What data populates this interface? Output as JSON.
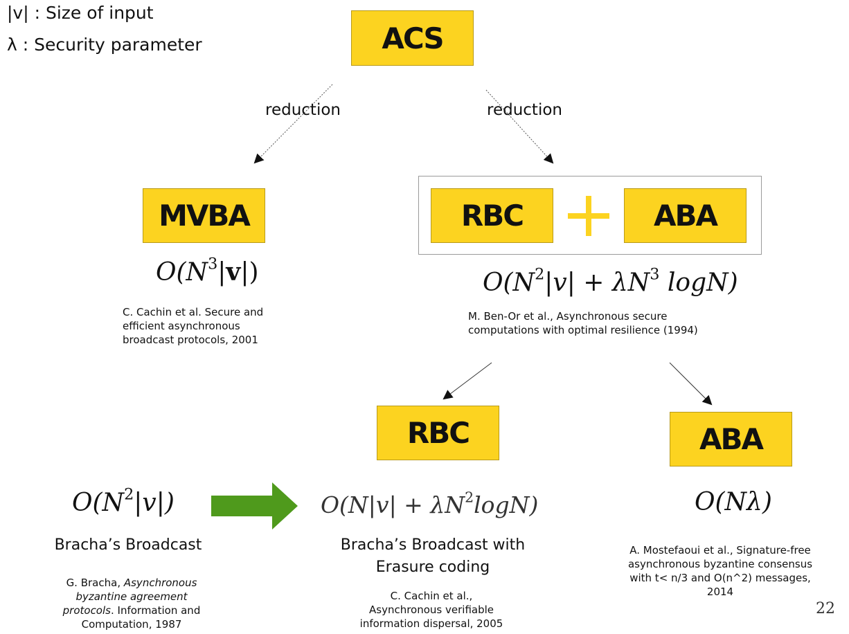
{
  "legend": {
    "size_input": "|v| : Size of input",
    "security_param": "λ : Security parameter"
  },
  "nodes": {
    "acs": "ACS",
    "mvba": "MVBA",
    "rbc_group": "RBC",
    "plus": "+",
    "aba_group": "ABA",
    "rbc": "RBC",
    "aba": "ABA"
  },
  "edges": {
    "left_label": "reduction",
    "right_label": "reduction"
  },
  "complexities": {
    "mvba": {
      "pre": "O(N",
      "exp": "3",
      "post": "|",
      "bold": "v",
      "end": "|)"
    },
    "rbc_aba": {
      "pre": "O(N",
      "exp1": "2",
      "mid": "|v| + λN",
      "exp2": "3",
      "post": " logN)"
    },
    "bracha": {
      "pre": "O(N",
      "exp": "2",
      "post": "|v|)"
    },
    "bracha_erasure": {
      "pre": "O(N|v| + λN",
      "exp": "2",
      "post": "logN)"
    },
    "aba": {
      "text": "O(Nλ)"
    }
  },
  "citations": {
    "mvba": [
      "C. Cachin et al. Secure and",
      "efficient asynchronous",
      "broadcast protocols, 2001"
    ],
    "rbc_aba": [
      "M. Ben-Or et al., Asynchronous secure",
      "computations with optimal resilience (1994)"
    ],
    "bracha": {
      "author": "G. Bracha, ",
      "title_l1": "Asynchronous",
      "title_l2": "byzantine agreement",
      "title_l3": "protocols",
      "rest_l3": ". Information and",
      "l4": "Computation, 1987"
    },
    "bracha_erasure": [
      "C. Cachin et al.,",
      "Asynchronous verifiable",
      "information dispersal, 2005"
    ],
    "aba": [
      "A. Mostefaoui et al., Signature-free",
      "asynchronous byzantine consensus",
      "with t< n/3 and O(n^2) messages,",
      "2014"
    ]
  },
  "protocols": {
    "bracha": "Bracha’s Broadcast",
    "bracha_erasure_l1": "Bracha’s Broadcast with",
    "bracha_erasure_l2": "Erasure coding"
  },
  "page_number": "22",
  "colors": {
    "box_fill": "#fcd320",
    "arrow_green": "#4f9a1c",
    "plus_color": "#fcd320"
  }
}
